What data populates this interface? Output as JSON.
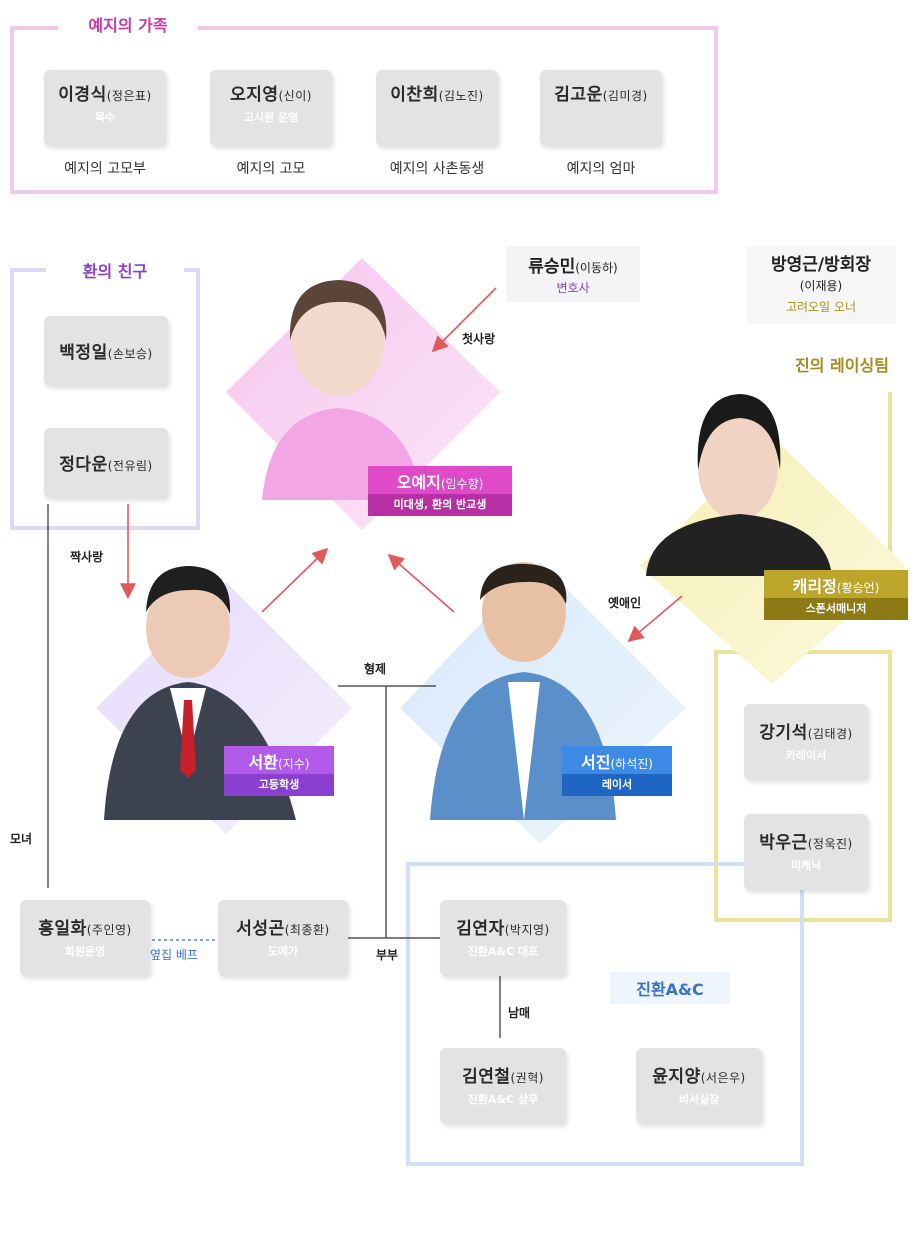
{
  "sections": {
    "family_title": "예지의 가족",
    "friends_title": "환의 친구",
    "racing_title": "진의 레이싱팀",
    "company_title": "진환A&C"
  },
  "family": [
    {
      "name": "이경식",
      "actor": "(정은표)",
      "role": "목수",
      "relation": "예지의 고모부"
    },
    {
      "name": "오지영",
      "actor": "(신이)",
      "role": "고시원 운영",
      "relation": "예지의 고모"
    },
    {
      "name": "이찬희",
      "actor": "(김노진)",
      "role": "",
      "relation": "예지의 사촌동생"
    },
    {
      "name": "김고운",
      "actor": "(김미경)",
      "role": "",
      "relation": "예지의 엄마"
    }
  ],
  "friends": [
    {
      "name": "백정일",
      "actor": "(손보승)"
    },
    {
      "name": "정다운",
      "actor": "(전유림)"
    }
  ],
  "lawyer": {
    "name": "류승민",
    "actor": "(이동하)",
    "role": "변호사"
  },
  "chairman": {
    "name": "방영근/방회장",
    "actor": "(이재용)",
    "role": "고려오일 오너"
  },
  "main": {
    "yeji": {
      "name": "오예지",
      "actor": "(임수향)",
      "role": "미대생, 환의 반교생"
    },
    "hwan": {
      "name": "서환",
      "actor": "(지수)",
      "role": "고등학생"
    },
    "jin": {
      "name": "서진",
      "actor": "(하석진)",
      "role": "레이서"
    },
    "carrie": {
      "name": "캐리정",
      "actor": "(황승언)",
      "role": "스폰서매니저"
    }
  },
  "racing": [
    {
      "name": "강기석",
      "actor": "(김태경)",
      "role": "카레이서"
    },
    {
      "name": "박우근",
      "actor": "(정욱진)",
      "role": "미캐닉"
    }
  ],
  "parents": [
    {
      "name": "홍일화",
      "actor": "(주인영)",
      "role": "화원운영"
    },
    {
      "name": "서성곤",
      "actor": "(최종환)",
      "role": "도예가"
    }
  ],
  "company": [
    {
      "name": "김연자",
      "actor": "(박지영)",
      "role": "진환A&C 대표"
    },
    {
      "name": "김연철",
      "actor": "(권혁)",
      "role": "진환A&C 상무"
    },
    {
      "name": "윤지양",
      "actor": "(서은우)",
      "role": "비서실장"
    }
  ],
  "relations": {
    "first_love": "첫사랑",
    "crush": "짝사랑",
    "ex_lover": "옛애인",
    "brothers": "형제",
    "mother_son": "모녀",
    "couple": "부부",
    "siblings": "남매",
    "neighbor": "옆집 베프"
  },
  "colors": {
    "family_border": "#f2c9ea",
    "family_title": "#c93aa8",
    "friends_border": "#d5d0f2",
    "friends_title": "#8a3fd1",
    "racing_border": "#ece29a",
    "racing_title": "#a48b1a",
    "company_border": "#cfe0f7",
    "company_title": "#3b73c9",
    "yeji_tag": "#d93fc2",
    "hwan_tag": "#a14be0",
    "jin_tag": "#2d78d8",
    "carrie_tag": "#a8911a",
    "arrow": "#e2595c",
    "lawyer_role": "#8a3fd1",
    "chairman_role": "#a8911a"
  }
}
